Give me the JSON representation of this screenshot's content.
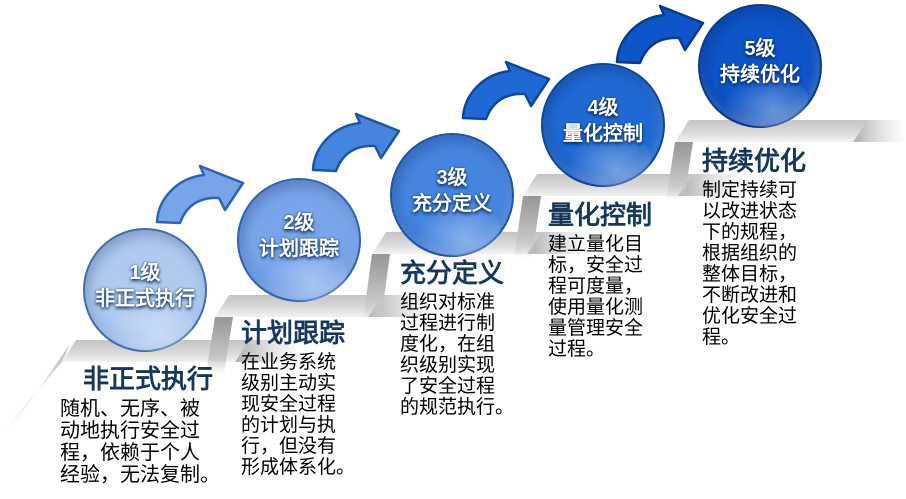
{
  "diagram": {
    "background_color": "#ffffff",
    "title_color": "#17375E",
    "body_text_color": "#000000",
    "levels": [
      {
        "level": "1级",
        "circle_label": "1级\n非正式执行",
        "title": "非正式执行",
        "description": "随机、无序、被\n动地执行安全过\n程，依赖于个人\n经验，无法复制。",
        "colors": {
          "fill": "#AFCBF0",
          "rim": "#8CB1E6",
          "stroke": "#3E6CB0"
        }
      },
      {
        "level": "2级",
        "circle_label": "2级\n计划跟踪",
        "title": "计划跟踪",
        "description": "在业务系统\n级别主动实\n现安全过程\n的计划与执\n行，但没有\n形成体系化。",
        "colors": {
          "fill": "#78A5EA",
          "rim": "#5A8CDC",
          "stroke": "#2E62B4"
        }
      },
      {
        "level": "3级",
        "circle_label": "3级\n充分定义",
        "title": "充分定义",
        "description": "组织对标准\n过程进行制\n度化，在组\n织级别实现\n了安全过程\n的规范执行。",
        "colors": {
          "fill": "#4585E0",
          "rim": "#2E6ECC",
          "stroke": "#1C55A8"
        }
      },
      {
        "level": "4级",
        "circle_label": "4级\n量化控制",
        "title": "量化控制",
        "description": "建立量化目\n标，安全过\n程可度量，\n使用量化测\n量管理安全\n过程。",
        "colors": {
          "fill": "#2069D4",
          "rim": "#1355BC",
          "stroke": "#0C469E"
        }
      },
      {
        "level": "5级",
        "circle_label": "5级\n持续优化",
        "title": "持续优化",
        "description": "制定持续可\n以改进状态\n下的规程，\n根据组织的\n整体目标，\n不断改进和\n优化安全过\n程。",
        "colors": {
          "fill": "#0D55C8",
          "rim": "#0A44AC",
          "stroke": "#083A90"
        }
      }
    ]
  }
}
